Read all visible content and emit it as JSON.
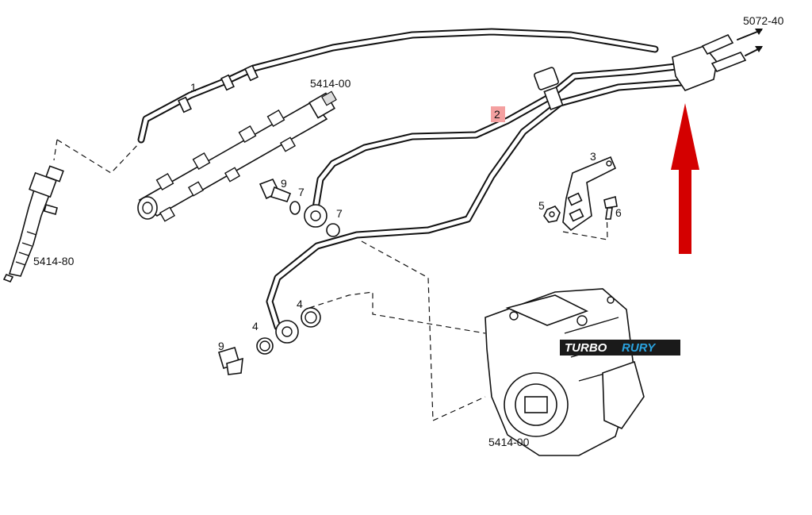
{
  "labels": {
    "ref_return": "5072-40",
    "ref_rail": "5414-00",
    "ref_injector": "5414-80",
    "ref_pump": "5414-00",
    "part_1": "1",
    "part_2": "2",
    "part_3": "3",
    "part_4a": "4",
    "part_4b": "4",
    "part_5": "5",
    "part_6": "6",
    "part_7a": "7",
    "part_7b": "7",
    "part_9a": "9",
    "part_9b": "9"
  },
  "watermark": {
    "text_part1": "TURBO",
    "text_part2": "RURY"
  },
  "colors": {
    "highlight_box": "#f4a0a0",
    "arrow": "#d40000",
    "watermark_bg": "#1a1a1a",
    "watermark_accent": "#2aa3e0"
  }
}
